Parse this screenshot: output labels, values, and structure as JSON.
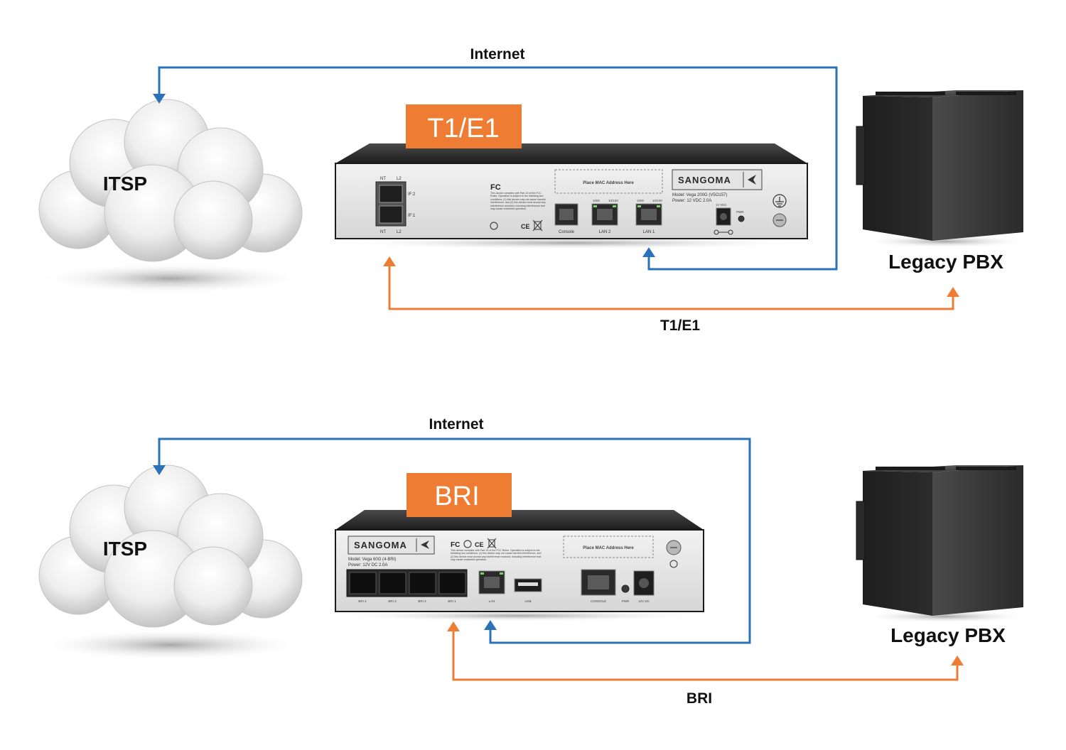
{
  "colors": {
    "internet_line": "#2b72b8",
    "tdm_line": "#ee7d33",
    "badge": "#ee7d33"
  },
  "top": {
    "cloud_label": "ITSP",
    "internet_label": "Internet",
    "badge_label": "T1/E1",
    "pbx_label": "Legacy PBX",
    "link_label": "T1/E1",
    "device": {
      "port_nt_top": "NT",
      "port_l2_top": "L2",
      "port_if2": "IF:2",
      "port_if1": "IF:1",
      "port_nt_bottom": "NT",
      "port_l2_bottom": "L2",
      "fcc_mark": "FC",
      "compliance_text": "This device complies with Part 15 of the FCC Rules. Operation is subject to the following two conditions: (1) this device may not cause harmful interference, and (2) this device must accept any interference received, including interference that may cause undesired operation.",
      "ce_mark": "CE",
      "console_label": "Console",
      "lan2_speed_left": "1000",
      "lan2_speed_right": "10/100",
      "lan2_label": "LAN 2",
      "lan1_speed_left": "1000",
      "lan1_speed_right": "10/100",
      "lan1_label": "LAN 1",
      "mac_placeholder": "Place MAC Address Here",
      "brand": "SANGOMA",
      "model_line": "Model:   Vega 200G (V5O157)",
      "power_line": "Power:   12 VDC 2.0A",
      "dc_label": "12 VDC",
      "pwr_label": "PWR"
    }
  },
  "bottom": {
    "cloud_label": "ITSP",
    "internet_label": "Internet",
    "badge_label": "BRI",
    "pbx_label": "Legacy PBX",
    "link_label": "BRI",
    "device": {
      "brand": "SANGOMA",
      "model_line": "Model:   Vega 60G (4-BRI)",
      "power_line": "Power:   12V DC 2.0A",
      "fcc_mark": "FC",
      "ce_mark": "CE",
      "compliance_text": "This device complies with Part 15 of the FCC Rules. Operation is subject to the following two conditions: (1) this device may not cause harmful interference, and (2) this device must accept any interference received, including interference that may cause undesired operation.",
      "mac_placeholder": "Place MAC Address Here",
      "bri4_label": "BRI 4",
      "bri3_label": "BRI 3",
      "bri2_label": "BRI 2",
      "bri1_label": "BRI 1",
      "lan_label": "LAN",
      "usb_label": "USB",
      "console_label": "CONSOLE",
      "pwr_label": "PWR",
      "dc_label": "12V DC"
    }
  }
}
